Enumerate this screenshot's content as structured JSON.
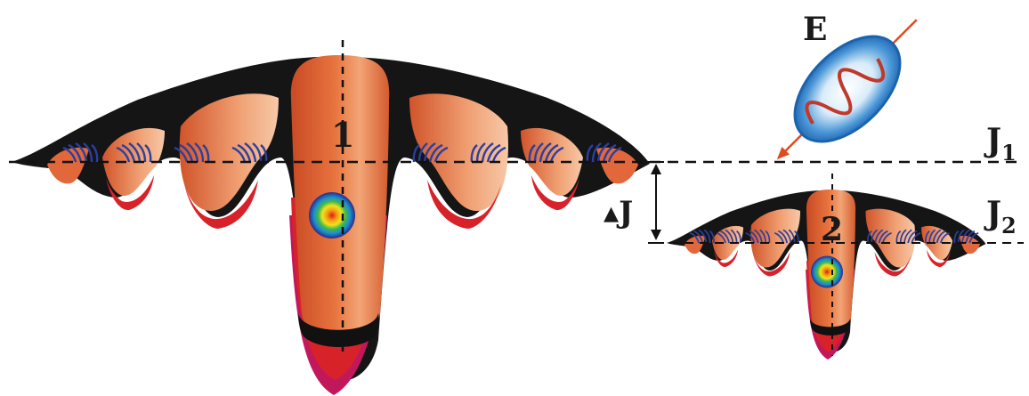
{
  "labels": {
    "state1": "1",
    "state2": "2",
    "field": "E",
    "level1_main": "J",
    "level1_sub": "1",
    "level2_main": "J",
    "level2_sub": "2",
    "gap_main": "▴J"
  },
  "colors": {
    "surface_orange": "#e2673a",
    "surface_light": "#f4b48a",
    "surface_dark": "#111111",
    "surface_red": "#d8222a",
    "surface_magenta": "#c2185b",
    "fringe_blue": "#2a3f9e",
    "pulse_blue": "#1f6fc0",
    "wave_red": "#c0392b",
    "arrow": "#e04a1f"
  }
}
